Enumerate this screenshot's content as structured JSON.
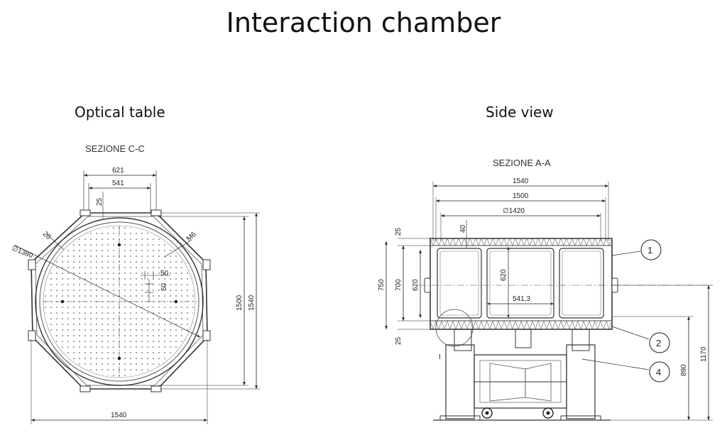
{
  "header": {
    "title": "Interaction chamber"
  },
  "left_view": {
    "caption": "Optical table",
    "section": "SEZIONE C-C",
    "dims": {
      "top_outer": "621",
      "top_inner": "541",
      "flange": "25",
      "wall": "20",
      "diameter": "∅1380",
      "thread": "M6",
      "grid_h": "50",
      "grid_v": "50",
      "height_inner": "1500",
      "height_outer": "1540",
      "width": "1540"
    }
  },
  "right_view": {
    "caption": "Side view",
    "section": "SEZIONE A-A",
    "dims": {
      "w1": "1540",
      "w2": "1500",
      "diameter": "∅1420",
      "lid": "40",
      "top_flange": "25",
      "h750": "750",
      "h700": "700",
      "h620": "620",
      "h620_inner": "620",
      "window": "541,3",
      "bottom_flange": "25",
      "height_total": "1170",
      "height_stand": "890",
      "detail": "I"
    },
    "balloons": [
      "1",
      "2",
      "4"
    ]
  }
}
